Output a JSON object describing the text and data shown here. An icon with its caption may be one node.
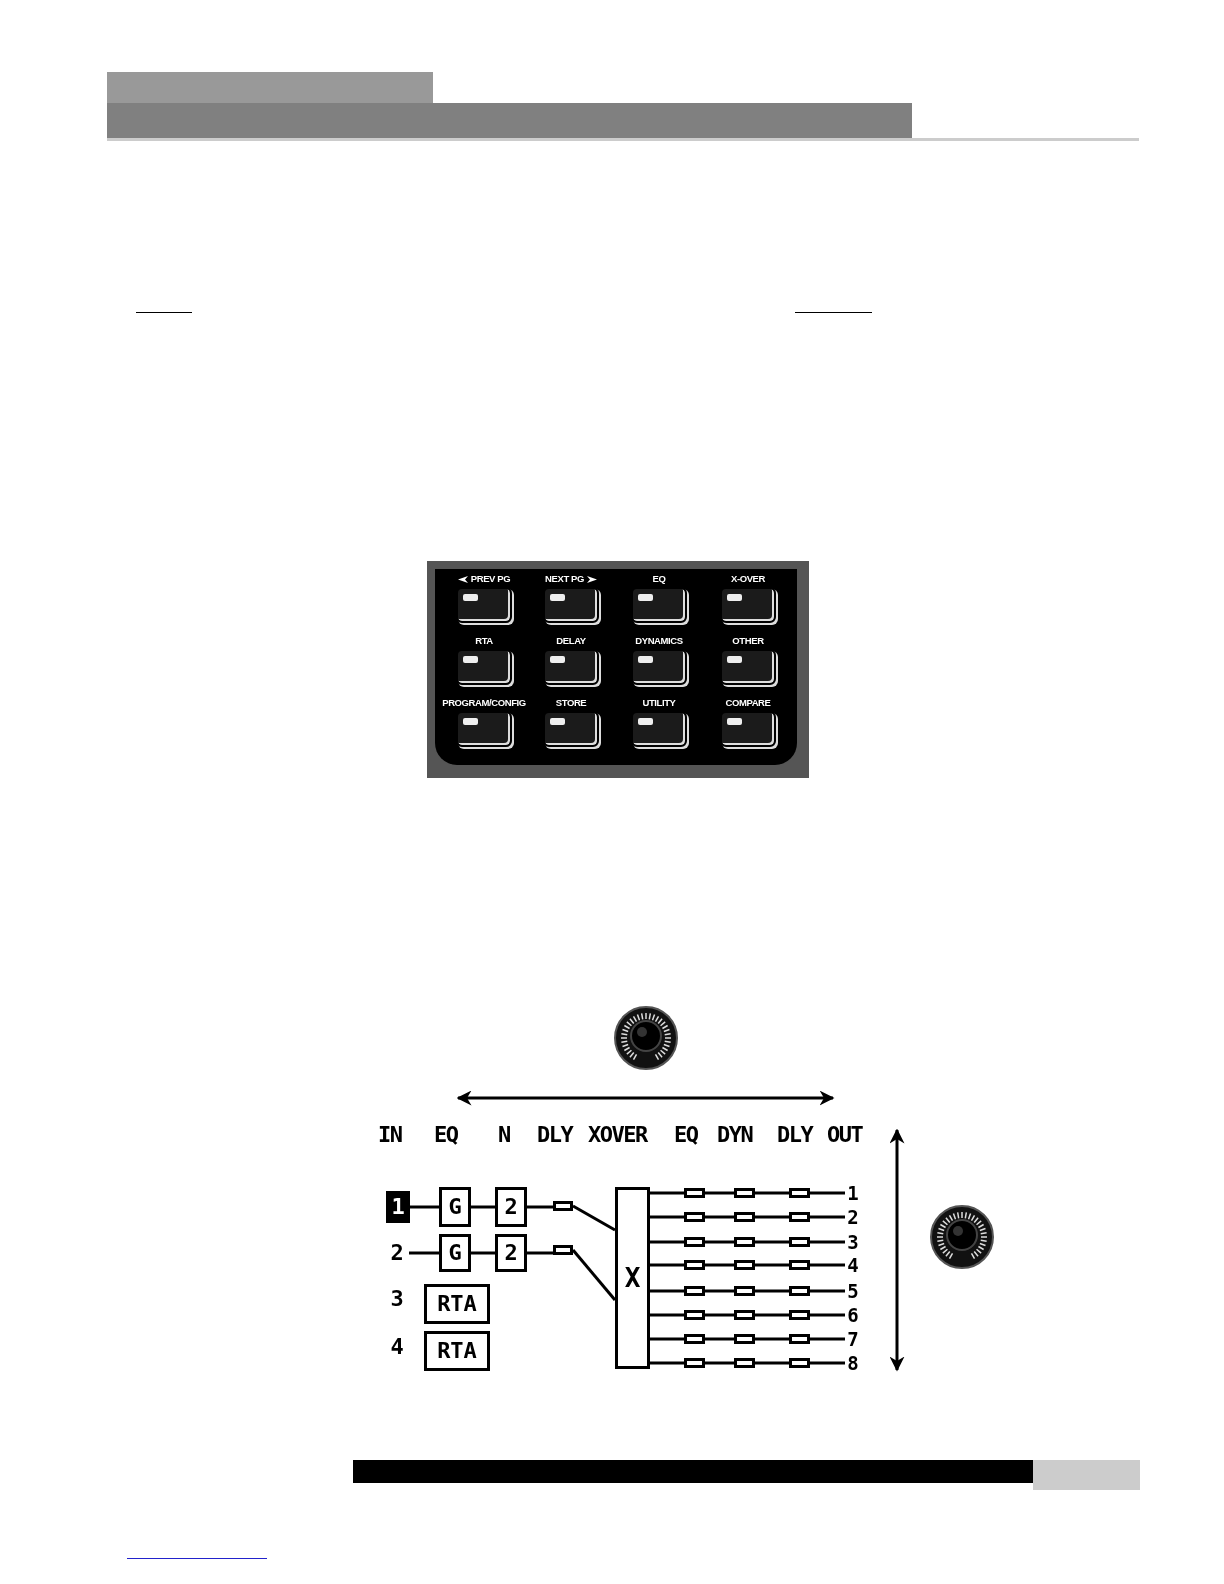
{
  "diagram": {
    "nodes": [
      {
        "text": [
          "PREV PG"
        ]
      },
      {
        "text": [
          "NEXT PG"
        ]
      },
      {
        "text": [
          "EQ"
        ]
      },
      {
        "text": [
          "X-OVER"
        ]
      },
      {
        "text": [
          "RTA"
        ]
      },
      {
        "text": [
          "DELAY"
        ]
      },
      {
        "text": [
          "DYNAMICS"
        ]
      },
      {
        "text": [
          "OTHER"
        ]
      },
      {
        "text": [
          "PROGRAM/CONFIG"
        ]
      },
      {
        "text": [
          "STORE"
        ]
      },
      {
        "text": [
          "UTILITY"
        ]
      },
      {
        "text": [
          "COMPARE"
        ]
      },
      {
        "text": [
          "1"
        ]
      },
      {
        "text": [
          "G"
        ]
      },
      {
        "text": [
          "2"
        ]
      },
      {
        "text": [],
        "shape": "box"
      },
      {
        "text": [
          "2"
        ]
      },
      {
        "text": [
          "G"
        ]
      },
      {
        "text": [
          "2"
        ]
      },
      {
        "text": [],
        "shape": "box"
      },
      {
        "text": [
          "3"
        ]
      },
      {
        "text": [
          "RTA"
        ]
      },
      {
        "text": [
          "4"
        ]
      },
      {
        "text": [
          "RTA"
        ]
      },
      {
        "text": [
          "X"
        ]
      },
      {
        "text": [],
        "shape": "box"
      },
      {
        "text": [],
        "shape": "box"
      },
      {
        "text": [],
        "shape": "box"
      },
      {
        "text": [
          "1"
        ]
      },
      {
        "text": [],
        "shape": "box"
      },
      {
        "text": [],
        "shape": "box"
      },
      {
        "text": [],
        "shape": "box"
      },
      {
        "text": [
          "2"
        ]
      },
      {
        "text": [],
        "shape": "box"
      },
      {
        "text": [],
        "shape": "box"
      },
      {
        "text": [],
        "shape": "box"
      },
      {
        "text": [
          "3"
        ]
      },
      {
        "text": [],
        "shape": "box"
      },
      {
        "text": [],
        "shape": "box"
      },
      {
        "text": [],
        "shape": "box"
      },
      {
        "text": [
          "4"
        ]
      },
      {
        "text": [],
        "shape": "box"
      },
      {
        "text": [],
        "shape": "box"
      },
      {
        "text": [],
        "shape": "box"
      },
      {
        "text": [
          "5"
        ]
      },
      {
        "text": [],
        "shape": "box"
      },
      {
        "text": [],
        "shape": "box"
      },
      {
        "text": [],
        "shape": "box"
      },
      {
        "text": [
          "6"
        ]
      },
      {
        "text": [],
        "shape": "box"
      },
      {
        "text": [],
        "shape": "box"
      },
      {
        "text": [],
        "shape": "box"
      },
      {
        "text": [
          "7"
        ]
      },
      {
        "text": [],
        "shape": "box"
      },
      {
        "text": [],
        "shape": "box"
      },
      {
        "text": [],
        "shape": "box"
      },
      {
        "text": [
          "8"
        ]
      }
    ],
    "edges": [
      {
        "from": 12,
        "to": 13,
        "arrow": "none"
      },
      {
        "from": 13,
        "to": 14,
        "arrow": "none"
      },
      {
        "from": 14,
        "to": 15,
        "arrow": "none"
      },
      {
        "from": 15,
        "to": 24,
        "arrow": "none"
      },
      {
        "from": 16,
        "to": 17,
        "arrow": "none"
      },
      {
        "from": 17,
        "to": 18,
        "arrow": "none"
      },
      {
        "from": 18,
        "to": 19,
        "arrow": "none"
      },
      {
        "from": 19,
        "to": 24,
        "arrow": "none"
      },
      {
        "from": 24,
        "to": 25,
        "arrow": "none"
      },
      {
        "from": 25,
        "to": 26,
        "arrow": "none"
      },
      {
        "from": 26,
        "to": 27,
        "arrow": "none"
      },
      {
        "from": 27,
        "to": 28,
        "arrow": "none"
      },
      {
        "from": 24,
        "to": 29,
        "arrow": "none"
      },
      {
        "from": 29,
        "to": 30,
        "arrow": "none"
      },
      {
        "from": 30,
        "to": 31,
        "arrow": "none"
      },
      {
        "from": 31,
        "to": 32,
        "arrow": "none"
      },
      {
        "from": 24,
        "to": 33,
        "arrow": "none"
      },
      {
        "from": 33,
        "to": 34,
        "arrow": "none"
      },
      {
        "from": 34,
        "to": 35,
        "arrow": "none"
      },
      {
        "from": 35,
        "to": 36,
        "arrow": "none"
      },
      {
        "from": 24,
        "to": 37,
        "arrow": "none"
      },
      {
        "from": 37,
        "to": 38,
        "arrow": "none"
      },
      {
        "from": 38,
        "to": 39,
        "arrow": "none"
      },
      {
        "from": 39,
        "to": 40,
        "arrow": "none"
      },
      {
        "from": 24,
        "to": 41,
        "arrow": "none"
      },
      {
        "from": 41,
        "to": 42,
        "arrow": "none"
      },
      {
        "from": 42,
        "to": 43,
        "arrow": "none"
      },
      {
        "from": 43,
        "to": 44,
        "arrow": "none"
      },
      {
        "from": 24,
        "to": 45,
        "arrow": "none"
      },
      {
        "from": 45,
        "to": 46,
        "arrow": "none"
      },
      {
        "from": 46,
        "to": 47,
        "arrow": "none"
      },
      {
        "from": 47,
        "to": 48,
        "arrow": "none"
      },
      {
        "from": 24,
        "to": 49,
        "arrow": "none"
      },
      {
        "from": 49,
        "to": 50,
        "arrow": "none"
      },
      {
        "from": 50,
        "to": 51,
        "arrow": "none"
      },
      {
        "from": 51,
        "to": 52,
        "arrow": "none"
      },
      {
        "from": 24,
        "to": 53,
        "arrow": "none"
      },
      {
        "from": 53,
        "to": 54,
        "arrow": "none"
      },
      {
        "from": 54,
        "to": 55,
        "arrow": "none"
      },
      {
        "from": 55,
        "to": 56,
        "arrow": "none"
      }
    ],
    "labels": [
      "IN",
      "EQ",
      "N",
      "DLY",
      "XOVER",
      "EQ",
      "DYN",
      "DLY",
      "OUT"
    ]
  }
}
